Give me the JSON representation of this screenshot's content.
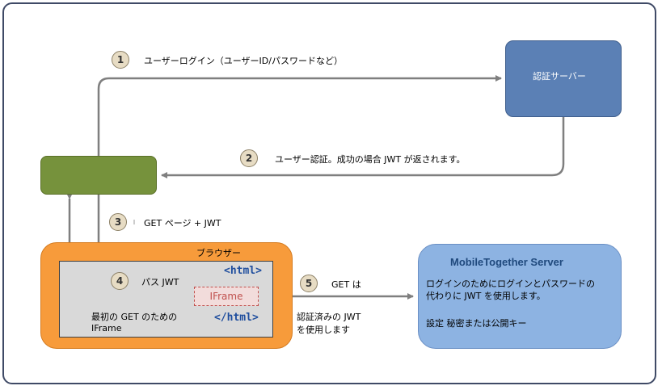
{
  "auth_server": {
    "label": "認証サーバー"
  },
  "browser": {
    "label": "ブラウザー"
  },
  "iframe": {
    "label": "IFrame",
    "open_tag": "<html>",
    "close_tag": "</html>",
    "caption_line1": "最初の GET のための",
    "caption_line2": "IFrame"
  },
  "mobiletogether": {
    "title": "MobileTogether Server",
    "line1": "ログインのためにログインとパスワードの",
    "line2": "代わりに  JWT を使用します。",
    "line3": "設定   秘密または公開キー"
  },
  "steps": [
    {
      "number": "1",
      "text": "ユーザーログイン（ユーザーID/パスワードなど）"
    },
    {
      "number": "2",
      "text": "ユーザー認証。成功の場合 JWT が返されます。"
    },
    {
      "number": "3",
      "text": "GET ページ   +   JWT"
    },
    {
      "number": "4",
      "text": "パス   JWT"
    },
    {
      "number": "5",
      "text": "GET は",
      "text_line2": "認証済みの JWT",
      "text_line3": "を使用します"
    }
  ]
}
